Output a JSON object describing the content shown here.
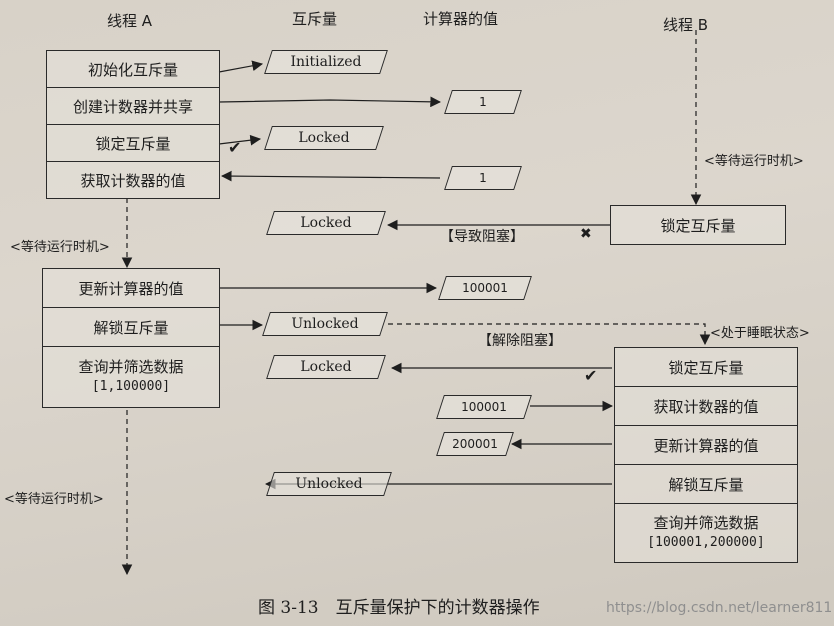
{
  "headers": {
    "thread_a": "线程 A",
    "mutex": "互斥量",
    "counter": "计算器的值",
    "thread_b": "线程 B"
  },
  "thread_a_steps": [
    "初始化互斥量",
    "创建计数器并共享",
    "锁定互斥量",
    "获取计数器的值",
    "更新计算器的值",
    "解锁互斥量",
    "查询并筛选数据"
  ],
  "thread_a_range": "[1,100000]",
  "thread_b_steps": [
    "锁定互斥量",
    "锁定互斥量",
    "获取计数器的值",
    "更新计算器的值",
    "解锁互斥量",
    "查询并筛选数据"
  ],
  "thread_b_range": "[100001,200000]",
  "mutex_states": [
    "Initialized",
    "Locked",
    "Locked",
    "Unlocked",
    "Locked",
    "Unlocked"
  ],
  "counter_values": [
    "1",
    "1",
    "100001",
    "100001",
    "200001"
  ],
  "notes": {
    "wait_a1": "<等待运行时机>",
    "wait_a2": "<等待运行时机>",
    "wait_b": "<等待运行时机>",
    "blocked": "【导致阻塞】",
    "unblocked": "【解除阻塞】",
    "sleeping": "<处于睡眠状态>"
  },
  "marks": {
    "check": "✔",
    "cross": "✖"
  },
  "caption": "图 3-13　互斥量保护下的计数器操作",
  "watermark": "https://blog.csdn.net/learner811"
}
